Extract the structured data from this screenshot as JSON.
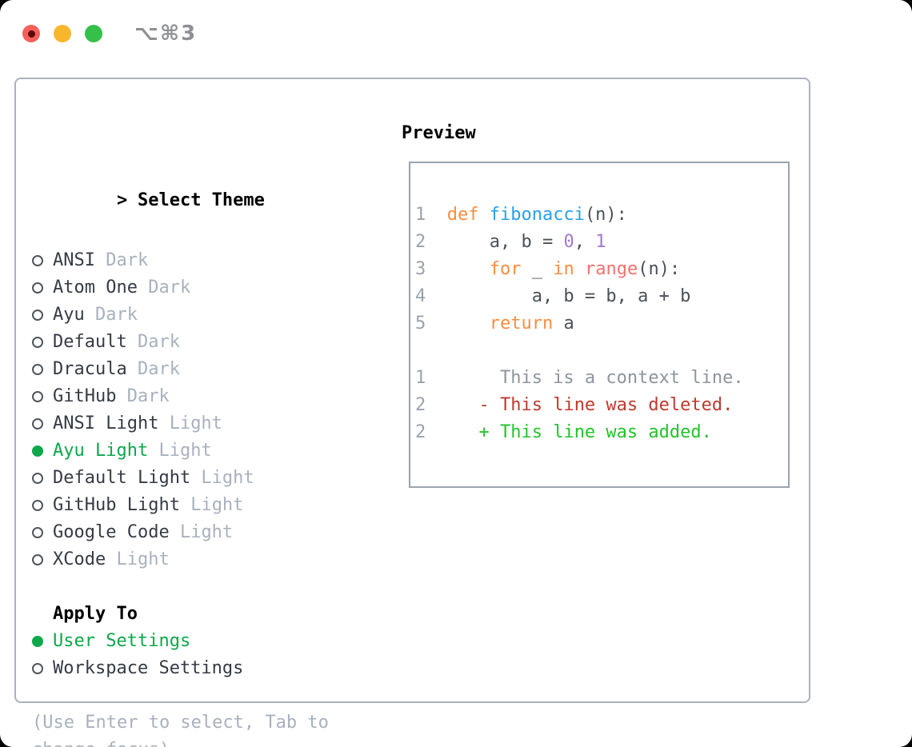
{
  "window": {
    "title": "⌥⌘3",
    "traffic_lights": {
      "close_color": "#f4605a",
      "close_modified_dot_color": "#5c0a0c",
      "minimize_color": "#f8b62c",
      "zoom_color": "#35c04a"
    }
  },
  "colors": {
    "accent_green": "#0ca84a",
    "item_text": "#353b44",
    "variant_text": "#a8b1bd",
    "heading_text": "#000000",
    "hint_text": "#a8b1bd",
    "panel_border": "#aab3bd",
    "preview_border": "#9aa3ae",
    "line_number": "#9aa3ad"
  },
  "theme_picker": {
    "prompt": ">",
    "heading": "Select Theme",
    "items": [
      {
        "name": "ANSI",
        "variant": "Dark",
        "selected": false
      },
      {
        "name": "Atom One",
        "variant": "Dark",
        "selected": false
      },
      {
        "name": "Ayu",
        "variant": "Dark",
        "selected": false
      },
      {
        "name": "Default",
        "variant": "Dark",
        "selected": false
      },
      {
        "name": "Dracula",
        "variant": "Dark",
        "selected": false
      },
      {
        "name": "GitHub",
        "variant": "Dark",
        "selected": false
      },
      {
        "name": "ANSI Light",
        "variant": "Light",
        "selected": false
      },
      {
        "name": "Ayu Light",
        "variant": "Light",
        "selected": true
      },
      {
        "name": "Default Light",
        "variant": "Light",
        "selected": false
      },
      {
        "name": "GitHub Light",
        "variant": "Light",
        "selected": false
      },
      {
        "name": "Google Code",
        "variant": "Light",
        "selected": false
      },
      {
        "name": "XCode",
        "variant": "Light",
        "selected": false
      }
    ],
    "apply_heading": "Apply To",
    "apply_items": [
      {
        "name": "User Settings",
        "selected": true
      },
      {
        "name": "Workspace Settings",
        "selected": false
      }
    ],
    "hint_lines": [
      "(Use Enter to select, Tab to",
      "change focus)"
    ]
  },
  "preview": {
    "heading": "Preview",
    "syntax_colors": {
      "keyword": "#fa8d3e",
      "function": "#2aa0e8",
      "number": "#a37acc",
      "builtin": "#f4726d",
      "text": "#4a5159",
      "context": "#8d959e",
      "removed": "#c0392b",
      "added": "#23c32a"
    },
    "code_lines": [
      {
        "num": "1",
        "segments": [
          {
            "t": "def ",
            "c": "keyword"
          },
          {
            "t": "fibonacci",
            "c": "function"
          },
          {
            "t": "(n):",
            "c": "text"
          }
        ]
      },
      {
        "num": "2",
        "segments": [
          {
            "t": "    a, b = ",
            "c": "text"
          },
          {
            "t": "0",
            "c": "number"
          },
          {
            "t": ", ",
            "c": "text"
          },
          {
            "t": "1",
            "c": "number"
          }
        ]
      },
      {
        "num": "3",
        "segments": [
          {
            "t": "    ",
            "c": "text"
          },
          {
            "t": "for",
            "c": "keyword"
          },
          {
            "t": " _ ",
            "c": "text"
          },
          {
            "t": "in",
            "c": "keyword"
          },
          {
            "t": " ",
            "c": "text"
          },
          {
            "t": "range",
            "c": "builtin"
          },
          {
            "t": "(n):",
            "c": "text"
          }
        ]
      },
      {
        "num": "4",
        "segments": [
          {
            "t": "        a, b = b, a + b",
            "c": "text"
          }
        ]
      },
      {
        "num": "5",
        "segments": [
          {
            "t": "    ",
            "c": "text"
          },
          {
            "t": "return",
            "c": "keyword"
          },
          {
            "t": " a",
            "c": "text"
          }
        ]
      },
      {
        "num": "",
        "segments": []
      },
      {
        "num": "1",
        "segments": [
          {
            "t": "     This is a context line.",
            "c": "context"
          }
        ]
      },
      {
        "num": "2",
        "segments": [
          {
            "t": "   ",
            "c": "text"
          },
          {
            "t": "- This line was deleted.",
            "c": "removed"
          }
        ]
      },
      {
        "num": "2",
        "segments": [
          {
            "t": "   ",
            "c": "text"
          },
          {
            "t": "+ This line was added.",
            "c": "added"
          }
        ]
      }
    ]
  }
}
